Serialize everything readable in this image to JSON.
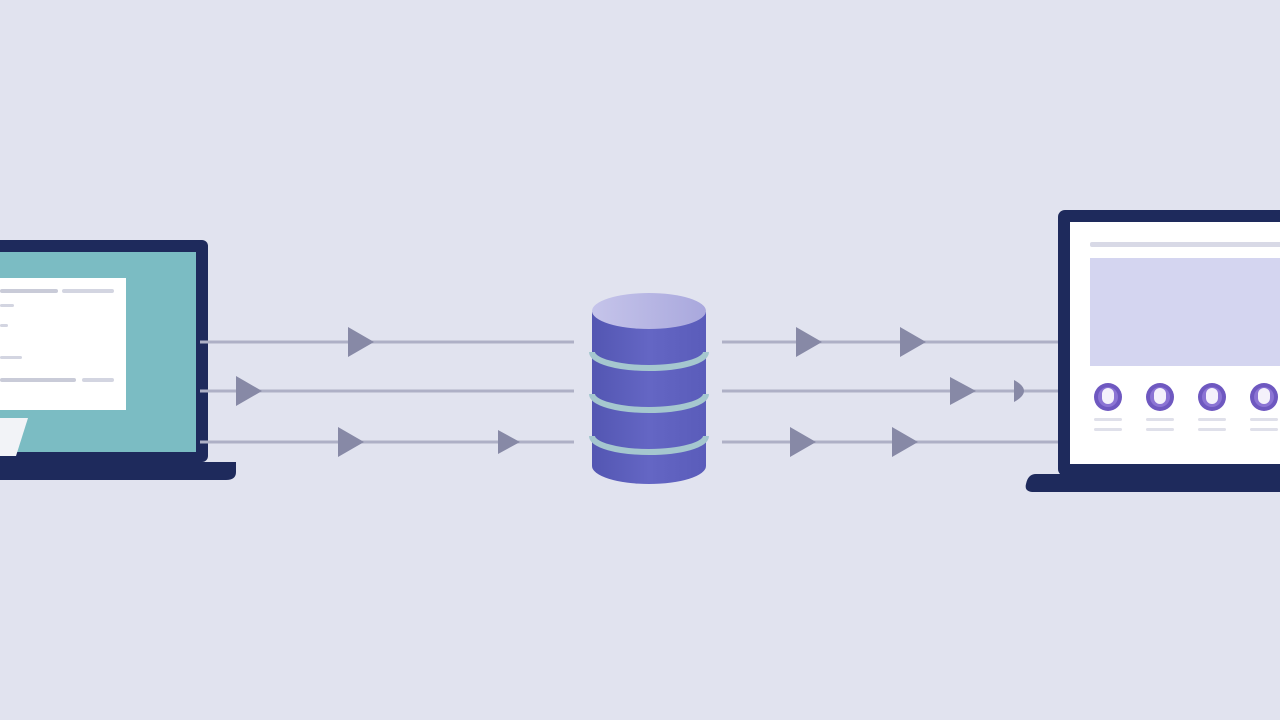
{
  "diagram": {
    "type": "data-flow",
    "source": "laptop-form",
    "hub": "database",
    "target": "laptop-dashboard",
    "left_lines": 3,
    "right_lines": 3,
    "dashboard_avatar_count": 4
  },
  "colors": {
    "background": "#e1e3ef",
    "device_frame": "#1e2a5c",
    "screen_left": "#7bbcc3",
    "screen_right": "#ffffff",
    "panel": "#d4d5f0",
    "line": "#aeb0c6",
    "arrow": "#8789a6",
    "db_body": "#5f62be",
    "db_top": "#bdbde6",
    "db_band": "#a5c7cf",
    "avatar": "#6e58c0"
  },
  "icons": [
    "laptop-icon",
    "database-icon",
    "laptop-icon",
    "arrow-icon",
    "avatar-icon"
  ]
}
